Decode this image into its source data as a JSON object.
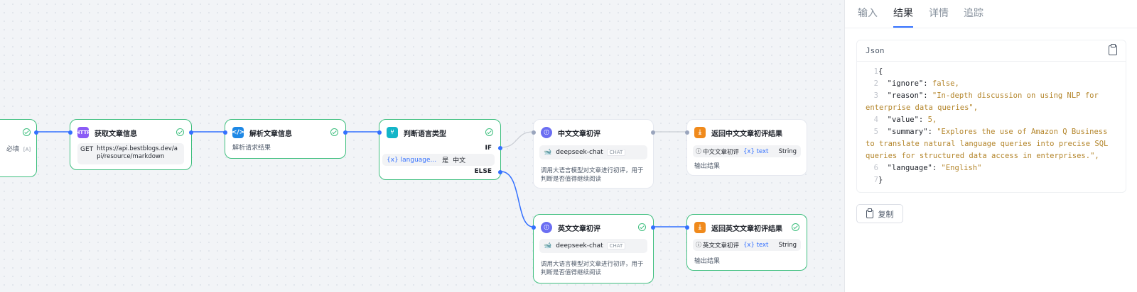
{
  "colors": {
    "accent": "#3370ff",
    "success": "#3fbf7f"
  },
  "nodes": {
    "partial": {
      "text": "必填",
      "tag": "[A]"
    },
    "fetch": {
      "title": "获取文章信息",
      "icon": "HTTP",
      "method": "GET",
      "url": "https://api.bestblogs.dev/api/resource/markdown"
    },
    "parse": {
      "title": "解析文章信息",
      "desc": "解析请求结果"
    },
    "judge": {
      "title": "判断语言类型",
      "if_label": "IF",
      "var": "{x} language...",
      "op": "是",
      "value": "中文",
      "else_label": "ELSE"
    },
    "cn_eval": {
      "title": "中文文章初评",
      "model": "deepseek-chat",
      "model_tag": "CHAT",
      "desc": "调用大语言模型对文章进行初评，用于判断是否值得继续阅读"
    },
    "cn_ret": {
      "title": "返回中文文章初评结果",
      "param_name": "中文文章初评",
      "param_var": "{x} text",
      "param_type": "String",
      "desc": "输出结果"
    },
    "en_eval": {
      "title": "英文文章初评",
      "model": "deepseek-chat",
      "model_tag": "CHAT",
      "desc": "调用大语言模型对文章进行初评，用于判断是否值得继续阅读"
    },
    "en_ret": {
      "title": "返回英文文章初评结果",
      "param_name": "英文文章初评",
      "param_var": "{x} text",
      "param_type": "String",
      "desc": "输出结果"
    }
  },
  "panel": {
    "tabs": [
      {
        "label": "输入"
      },
      {
        "label": "结果"
      },
      {
        "label": "详情"
      },
      {
        "label": "追踪"
      }
    ],
    "active_tab": "结果",
    "json_title": "Json",
    "code_lines": [
      {
        "n": "1",
        "text": "{"
      },
      {
        "n": "2",
        "key": "\"ignore\"",
        "val": "false,"
      },
      {
        "n": "3",
        "key": "\"reason\"",
        "val": "\"In-depth discussion on using NLP for",
        "cont": [
          "enterprise data queries\","
        ]
      },
      {
        "n": "4",
        "key": "\"value\"",
        "val": "5,"
      },
      {
        "n": "5",
        "key": "\"summary\"",
        "val": "\"Explores the use of Amazon Q Business",
        "cont": [
          "to translate natural language queries into precise SQL",
          "queries for structured data access in enterprises.\","
        ]
      },
      {
        "n": "6",
        "key": "\"language\"",
        "val": "\"English\""
      },
      {
        "n": "7",
        "text": "}"
      }
    ],
    "copy_label": "复制"
  }
}
